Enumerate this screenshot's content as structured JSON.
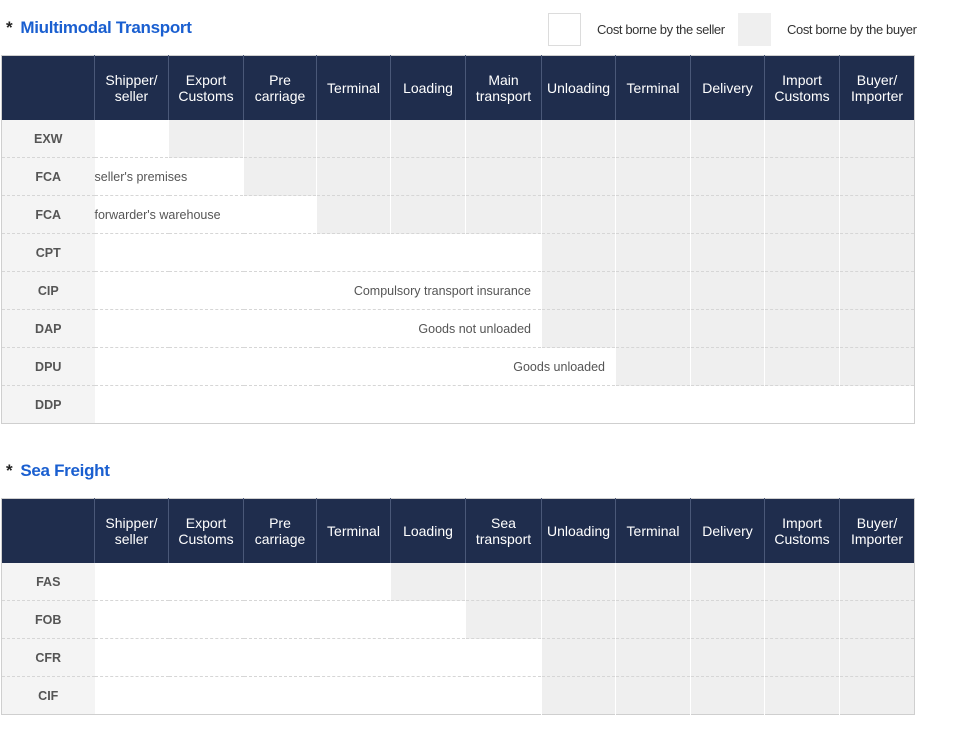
{
  "multimodal": {
    "star": "*",
    "title": "Miultimodal Transport",
    "headers": [
      "",
      "Shipper/ seller",
      "Export Customs",
      "Pre carriage",
      "Terminal",
      "Loading",
      "Main transport",
      "Unloading",
      "Terminal",
      "Delivery",
      "Import Customs",
      "Buyer/ Importer"
    ],
    "rows": [
      {
        "term": "EXW",
        "seller_cols": 1,
        "note": "",
        "note_align": "left"
      },
      {
        "term": "FCA",
        "seller_cols": 2,
        "note": "seller's premises",
        "note_align": "left"
      },
      {
        "term": "FCA",
        "seller_cols": 3,
        "note": "forwarder's warehouse",
        "note_align": "left"
      },
      {
        "term": "CPT",
        "seller_cols": 6,
        "note": "",
        "note_align": "left"
      },
      {
        "term": "CIP",
        "seller_cols": 6,
        "note": "Compulsory transport insurance",
        "note_align": "right"
      },
      {
        "term": "DAP",
        "seller_cols": 6,
        "note": "Goods not unloaded",
        "note_align": "right"
      },
      {
        "term": "DPU",
        "seller_cols": 7,
        "note": "Goods unloaded",
        "note_align": "right"
      },
      {
        "term": "DDP",
        "seller_cols": 11,
        "note": "",
        "note_align": "left"
      }
    ]
  },
  "sea": {
    "star": "*",
    "title": "Sea Freight",
    "headers": [
      "",
      "Shipper/ seller",
      "Export Customs",
      "Pre carriage",
      "Terminal",
      "Loading",
      "Sea transport",
      "Unloading",
      "Terminal",
      "Delivery",
      "Import Customs",
      "Buyer/ Importer"
    ],
    "rows": [
      {
        "term": "FAS",
        "seller_cols": 4,
        "note": "",
        "note_align": "left"
      },
      {
        "term": "FOB",
        "seller_cols": 5,
        "note": "",
        "note_align": "left"
      },
      {
        "term": "CFR",
        "seller_cols": 6,
        "note": "",
        "note_align": "left"
      },
      {
        "term": "CIF",
        "seller_cols": 6,
        "note": "",
        "note_align": "left"
      }
    ]
  },
  "legend": {
    "seller_label": "Cost borne by the seller",
    "buyer_label": "Cost borne by the buyer",
    "seller_color": "#ffffff",
    "buyer_color": "#efefef"
  },
  "colors": {
    "header_bg": "#1f2d4d",
    "title_blue": "#1a5fd0",
    "term_bg": "#f4f4f4"
  }
}
